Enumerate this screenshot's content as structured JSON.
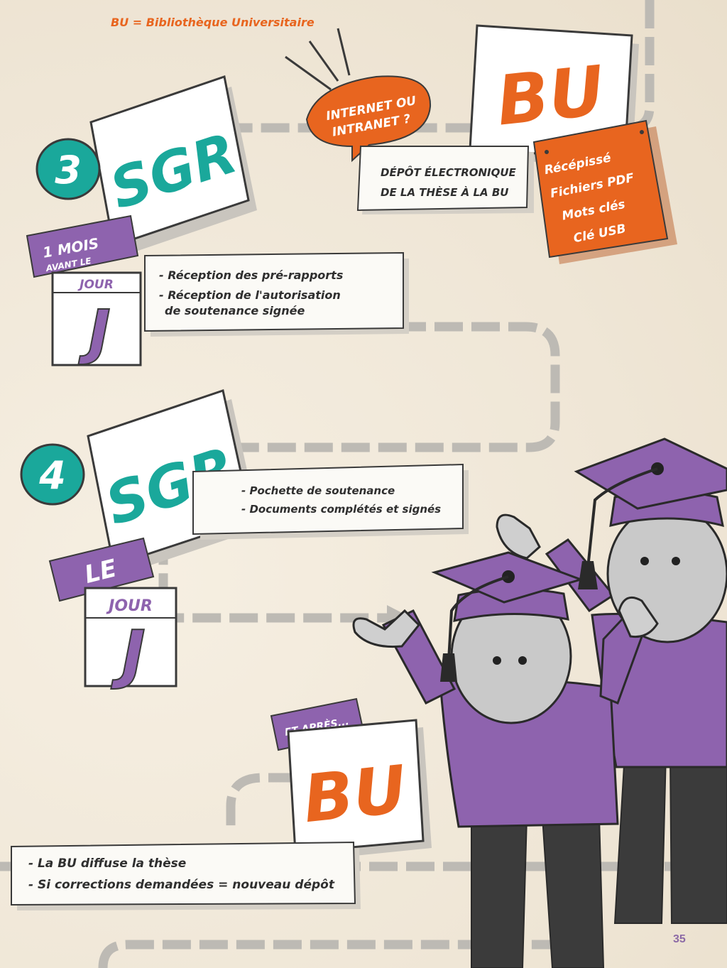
{
  "header": {
    "definition": "BU = Bibliothèque Universitaire"
  },
  "steps": {
    "step3": {
      "number": "3",
      "office": "SGR",
      "timing_tag": {
        "big": "1 MOIS",
        "small": "AVANT LE"
      },
      "calendar": {
        "month": "JOUR",
        "day": "J"
      },
      "notes": [
        "- Réception des pré-rapports",
        "- Réception de l'autorisation",
        "de soutenance signée"
      ]
    },
    "step4": {
      "number": "4",
      "office": "SGR",
      "timing_tag": "LE",
      "calendar": {
        "month": "JOUR",
        "day": "J"
      },
      "notes": [
        "- Pochette de soutenance",
        "- Documents complétés et signés"
      ]
    }
  },
  "bu_deposit": {
    "office": "BU",
    "bubble": [
      "INTERNET OU",
      "INTRANET ?"
    ],
    "caption": [
      "DÉPÔT ÉLECTRONIQUE",
      "DE LA THÈSE À LA BU"
    ],
    "checklist": [
      "Récépissé",
      "Fichiers PDF",
      "Mots clés",
      "Clé USB"
    ]
  },
  "after": {
    "tag": "ET APRÈS...",
    "office": "BU",
    "notes": [
      "- La BU diffuse la thèse",
      "- Si corrections demandées = nouveau dépôt"
    ]
  },
  "page_number": "35",
  "colors": {
    "teal": "#1aa89b",
    "orange": "#e8651f",
    "purple": "#8e63ae",
    "path_grey": "#b9b6b0",
    "ink": "#2f2f2f"
  }
}
